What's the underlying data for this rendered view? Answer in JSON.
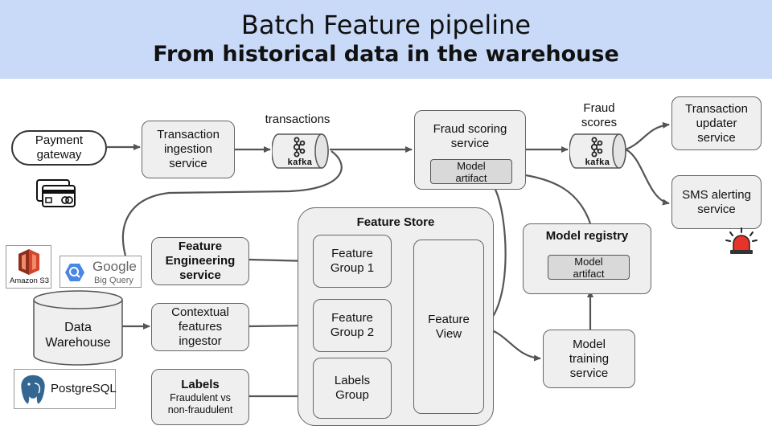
{
  "header": {
    "title": "Batch Feature pipeline",
    "subtitle": "From historical data in the warehouse"
  },
  "nodes": {
    "payment_gateway": "Payment gateway",
    "transaction_ingestion": "Transaction ingestion service",
    "transactions_label": "transactions",
    "kafka": "kafka",
    "fraud_scoring": "Fraud scoring service",
    "model_artifact": "Model artifact",
    "fraud_scores_label": "Fraud scores",
    "transaction_updater": "Transaction updater service",
    "sms_alerting": "SMS alerting service",
    "feature_store_title": "Feature Store",
    "feature_engineering": "Feature Engineering service",
    "contextual_features": "Contextual features ingestor",
    "labels_title": "Labels",
    "labels_sub": "Fraudulent vs non-fraudulent",
    "feature_group_1": "Feature Group 1",
    "feature_group_2": "Feature Group 2",
    "labels_group": "Labels Group",
    "feature_view": "Feature View",
    "model_registry": "Model registry",
    "model_training": "Model training service",
    "data_warehouse": "Data Warehouse"
  },
  "logos": {
    "amazon_s3": "Amazon S3",
    "google": "Google",
    "big_query": "Big Query",
    "postgresql": "PostgreSQL"
  },
  "colors": {
    "banner": "#c9daf8",
    "box": "#efefef",
    "inner": "#d9d9d9",
    "arrow": "#555555",
    "alarm": "#e8332a"
  },
  "icons": [
    "credit-card-icon",
    "kafka-icon",
    "alarm-siren-icon",
    "aws-s3-icon",
    "bigquery-icon",
    "postgresql-elephant-icon"
  ]
}
